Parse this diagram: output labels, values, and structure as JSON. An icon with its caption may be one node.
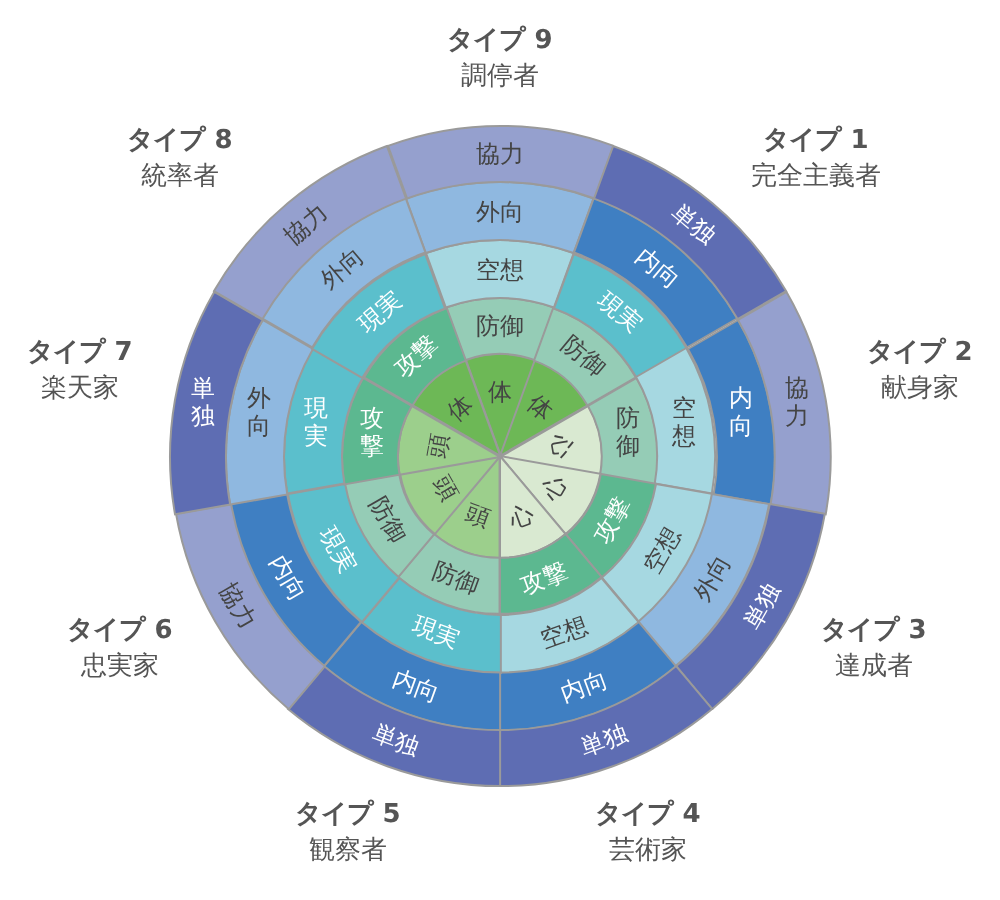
{
  "diagram": {
    "nodes": [
      {
        "text": [
          "体"
        ]
      },
      {
        "text": [
          "防御"
        ]
      },
      {
        "text": [
          "空想"
        ]
      },
      {
        "text": [
          "外向"
        ]
      },
      {
        "text": [
          "協力"
        ]
      },
      {
        "text": [
          "体"
        ]
      },
      {
        "text": [
          "防御"
        ]
      },
      {
        "text": [
          "現実"
        ]
      },
      {
        "text": [
          "内向"
        ]
      },
      {
        "text": [
          "単独"
        ]
      },
      {
        "text": [
          "心"
        ]
      },
      {
        "text": [
          "防御"
        ]
      },
      {
        "text": [
          "空想"
        ]
      },
      {
        "text": [
          "内向"
        ]
      },
      {
        "text": [
          "協力"
        ]
      },
      {
        "text": [
          "心"
        ]
      },
      {
        "text": [
          "攻撃"
        ]
      },
      {
        "text": [
          "空想"
        ]
      },
      {
        "text": [
          "外向"
        ]
      },
      {
        "text": [
          "単独"
        ]
      },
      {
        "text": [
          "心"
        ]
      },
      {
        "text": [
          "攻撃"
        ]
      },
      {
        "text": [
          "空想"
        ]
      },
      {
        "text": [
          "内向"
        ]
      },
      {
        "text": [
          "単独"
        ]
      },
      {
        "text": [
          "頭"
        ]
      },
      {
        "text": [
          "防御"
        ]
      },
      {
        "text": [
          "現実"
        ]
      },
      {
        "text": [
          "内向"
        ]
      },
      {
        "text": [
          "単独"
        ]
      },
      {
        "text": [
          "頭"
        ]
      },
      {
        "text": [
          "防御"
        ]
      },
      {
        "text": [
          "現実"
        ]
      },
      {
        "text": [
          "内向"
        ]
      },
      {
        "text": [
          "協力"
        ]
      },
      {
        "text": [
          "頭"
        ]
      },
      {
        "text": [
          "攻撃"
        ]
      },
      {
        "text": [
          "現実"
        ]
      },
      {
        "text": [
          "外向"
        ]
      },
      {
        "text": [
          "単独"
        ]
      },
      {
        "text": [
          "体"
        ]
      },
      {
        "text": [
          "攻撃"
        ]
      },
      {
        "text": [
          "現実"
        ]
      },
      {
        "text": [
          "外向"
        ]
      },
      {
        "text": [
          "協力"
        ]
      }
    ],
    "labels": [
      "タイプ 9",
      "調停者",
      "タイプ 1",
      "完全主義者",
      "タイプ 2",
      "献身家",
      "タイプ 3",
      "達成者",
      "タイプ 4",
      "芸術家",
      "タイプ 5",
      "観察者",
      "タイプ 6",
      "忠実家",
      "タイプ 7",
      "楽天家",
      "タイプ 8",
      "統率者"
    ]
  }
}
